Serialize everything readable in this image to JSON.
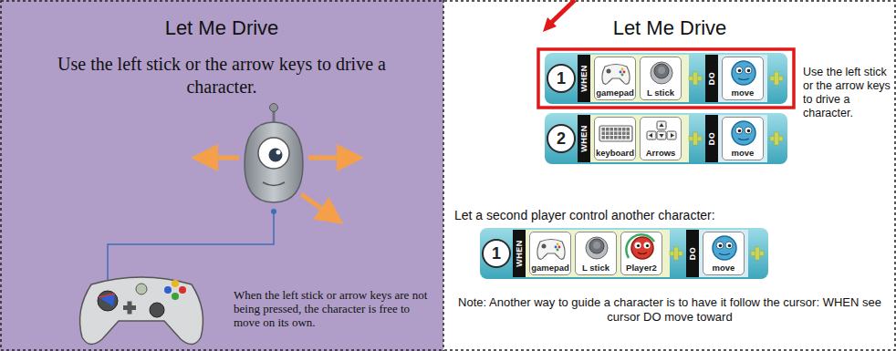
{
  "diagram": {
    "nodes": [
      {
        "text": [
          "Let Me Drive",
          "Use the left stick or the arrow keys to drive a character.",
          "When the left stick or arrow keys are not being pressed, the character is free to move on its own."
        ]
      },
      {
        "text": [
          "Let Me Drive",
          "Use the left stick or the arrow keys to drive a character.",
          "Let a second player control another character:",
          "Note: Another way to guide a character is to have it follow the cursor: WHEN see cursor DO move toward"
        ]
      },
      {
        "text": [
          "1",
          "WHEN",
          "DO"
        ],
        "in": 1
      },
      {
        "text": [
          "gamepad"
        ],
        "in": 2
      },
      {
        "text": [
          "L stick"
        ],
        "in": 2
      },
      {
        "text": [
          "move"
        ],
        "in": 2
      },
      {
        "text": [
          "2",
          "WHEN",
          "DO"
        ],
        "in": 1
      },
      {
        "text": [
          "keyboard"
        ],
        "in": 6
      },
      {
        "text": [
          "Arrows"
        ],
        "in": 6
      },
      {
        "text": [
          "move"
        ],
        "in": 6
      },
      {
        "text": [
          "1",
          "WHEN",
          "DO"
        ],
        "in": 1
      },
      {
        "text": [
          "gamepad"
        ],
        "in": 10
      },
      {
        "text": [
          "L stick"
        ],
        "in": 10
      },
      {
        "text": [
          "Player2"
        ],
        "in": 10
      },
      {
        "text": [
          "move"
        ],
        "in": 10
      }
    ]
  }
}
